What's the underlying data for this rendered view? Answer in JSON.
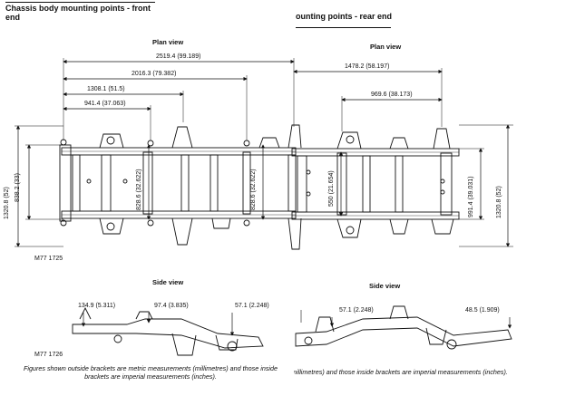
{
  "left_page": {
    "heading": "Chassis body mounting points - front end",
    "plan_view_title": "Plan view",
    "side_view_title": "Side view",
    "plan_code": "M77 1725",
    "side_code": "M77 1726",
    "caption": "Figures shown outside brackets are metric measurements (millimetres) and those inside brackets are imperial measurements (inches).",
    "plan_dims": {
      "d1": "2519.4 (99.189)",
      "d2": "2016.3 (79.382)",
      "d3": "1308.1 (51.5)",
      "d4": "941.4 (37.063)",
      "width_outer": "1320.8 (52)",
      "width_inner": "838.2 (33)",
      "rail_left": "828.6 (32.622)",
      "rail_right": "828.6 (32.622)"
    },
    "side_dims": {
      "s1": "134.9 (5.311)",
      "s2": "97.4 (3.835)",
      "s3": "57.1 (2.248)"
    }
  },
  "right_page": {
    "heading": "Chassis body mounting points - rear end",
    "plan_view_title": "Plan view",
    "side_view_title": "Side view",
    "caption": "Figures shown outside brackets are metric measurements (millimetres) and those inside brackets are imperial measurements (inches).",
    "plan_dims": {
      "d1": "1478.2 (58.197)",
      "d2": "969.6 (38.173)",
      "inner": "550 (21.654)",
      "rail": "991.4 (39.031)",
      "width_outer": "1320.8 (52)"
    },
    "side_dims": {
      "s1": "57.1 (2.248)",
      "s2": "48.5 (1.909)"
    }
  }
}
